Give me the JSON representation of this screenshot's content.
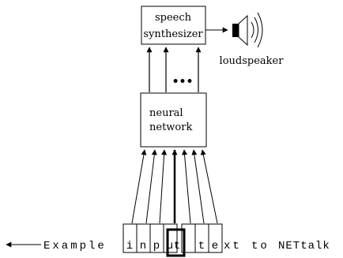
{
  "synth": {
    "line1": "speech",
    "line2": "synthesizer"
  },
  "speaker": {
    "label": "loudspeaker"
  },
  "network": {
    "line1": "neural",
    "line2": "network"
  },
  "ellipsis": "•••",
  "input": {
    "prefix": "Example",
    "chars": [
      "i",
      "n",
      "p",
      "u",
      "t",
      " ",
      "t",
      "e"
    ],
    "suffix_a": "xt",
    "suffix_b": "to",
    "suffix_c": "NETtalk"
  }
}
